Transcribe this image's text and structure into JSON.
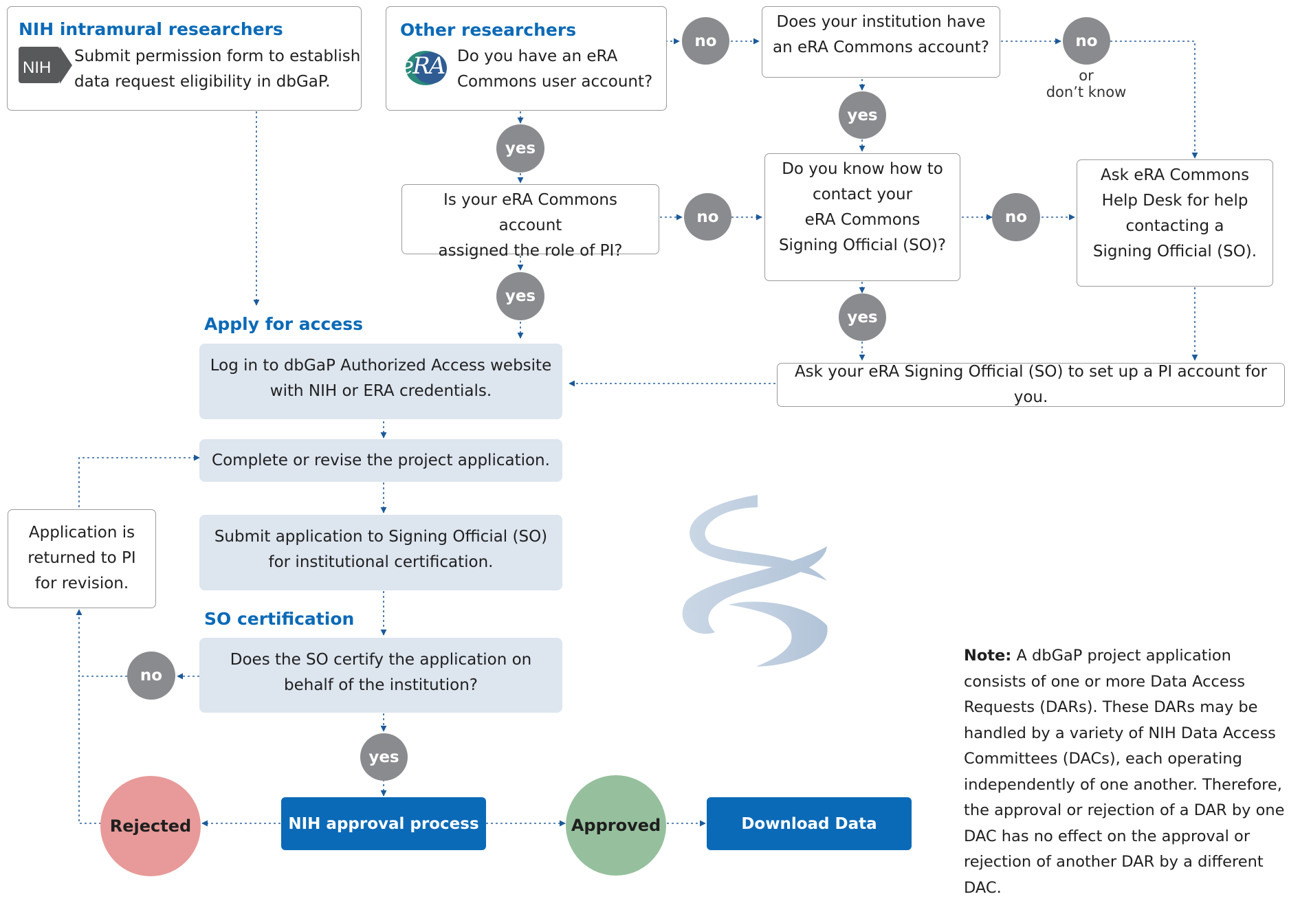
{
  "colors": {
    "accent_blue": "#0b6ab7",
    "node_gray": "#8a8b8e",
    "panel_fill": "#dde5ef",
    "rejected": "#e79a99",
    "approved": "#96c09d",
    "arrow": "#1c5a99"
  },
  "nih": {
    "heading": "NIH intramural researchers",
    "logo_text": "NIH",
    "text_line1": "Submit permission form to establish",
    "text_line2": "data request eligibility in dbGaP."
  },
  "other": {
    "heading": "Other researchers",
    "logo_text": "eRA",
    "text_line1": "Do you have an eRA",
    "text_line2": "Commons user account?"
  },
  "q_institution": {
    "line1": "Does your institution have",
    "line2": "an eRA Commons account?"
  },
  "q_pi_role": {
    "line1": "Is your eRA Commons account",
    "line2": "assigned the role of PI?"
  },
  "q_contact_so": {
    "line1": "Do you know how to",
    "line2": "contact your",
    "line3": "eRA Commons",
    "line4": "Signing Official (SO)?"
  },
  "help_desk": {
    "line1": "Ask eRA Commons",
    "line2": "Help Desk for help",
    "line3": "contacting a",
    "line4": "Signing Official (SO)."
  },
  "ask_so": "Ask your eRA Signing Official (SO) to set up a PI account for you.",
  "labels": {
    "yes": "yes",
    "no": "no",
    "or": "or",
    "dont_know": "don’t know"
  },
  "apply_heading": "Apply for access",
  "step_login": {
    "line1": "Log in to dbGaP Authorized Access website",
    "line2": "with NIH or ERA credentials."
  },
  "step_complete": "Complete or revise the  project application.",
  "step_submit": {
    "line1": "Submit application to Signing Official (SO)",
    "line2": "for institutional certification."
  },
  "so_heading": "SO certification",
  "step_certify": {
    "line1": "Does the SO certify the application on",
    "line2": "behalf of the institution?"
  },
  "returned": {
    "line1": "Application is",
    "line2": "returned to PI",
    "line3": "for revision."
  },
  "nih_approval": "NIH approval process",
  "rejected": "Rejected",
  "approved": "Approved",
  "download": "Download Data",
  "note": {
    "label": "Note:",
    "text": "A dbGaP project application consists of one or more Data Access Requests (DARs). These DARs may be handled by a variety of NIH Data Access Committees (DACs), each operating independently of one another. Therefore, the approval or rejection of a DAR by one DAC has no effect on the approval or rejection of another DAR by a different DAC."
  }
}
